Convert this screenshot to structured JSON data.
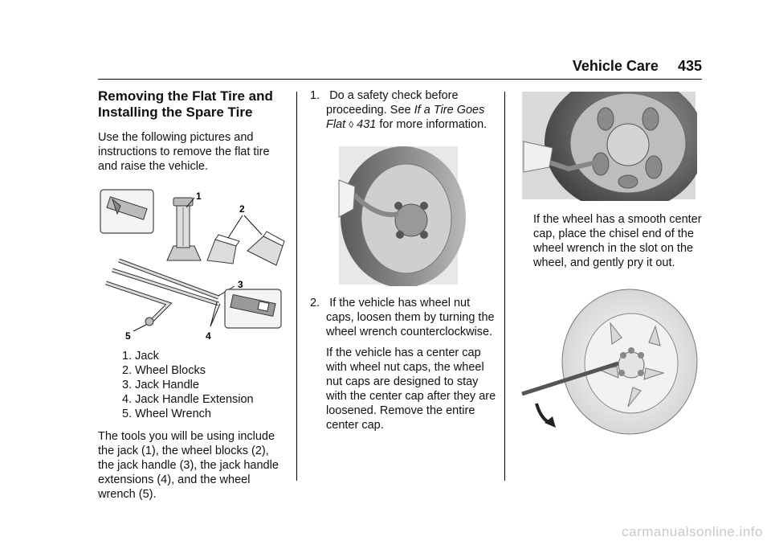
{
  "header": {
    "section": "Vehicle Care",
    "page_number": "435"
  },
  "column1": {
    "heading": "Removing the Flat Tire and Installing the Spare Tire",
    "intro": "Use the following pictures and instructions to remove the flat tire and raise the vehicle.",
    "callouts": [
      "1",
      "2",
      "3",
      "4",
      "5"
    ],
    "parts": [
      "1.  Jack",
      "2.  Wheel Blocks",
      "3.  Jack Handle",
      "4.  Jack Handle Extension",
      "5.  Wheel Wrench"
    ],
    "summary": "The tools you will be using include the jack (1), the wheel blocks (2), the jack handle (3), the jack handle extensions (4), and the wheel wrench (5)."
  },
  "column2": {
    "step1_num": "1.",
    "step1_text": "Do a safety check before proceeding. See ",
    "step1_link": "If a Tire Goes Flat",
    "step1_ref": "431",
    "step1_tail": " for more information.",
    "step2_num": "2.",
    "step2_text": "If the vehicle has wheel nut caps, loosen them by turning the wheel wrench counterclockwise.",
    "step2_sub": "If the vehicle has a center cap with wheel nut caps, the wheel nut caps are designed to stay with the center cap after they are loosened. Remove the entire center cap."
  },
  "column3": {
    "text": "If the wheel has a smooth center cap, place the chisel end of the wheel wrench in the slot on the wheel, and gently pry it out."
  },
  "watermark": "carmanualsonline.info"
}
